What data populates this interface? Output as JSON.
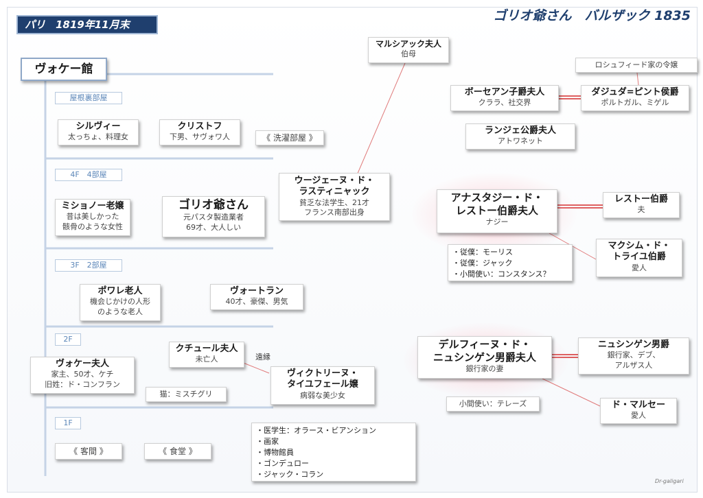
{
  "header": {
    "place_date": "パリ　1819年11月末",
    "work_title": "ゴリオ爺さん　バルザック 1835",
    "watermark": "Dr-galigari"
  },
  "colors": {
    "header_bg": "#1f3f6e",
    "floor_line": "#c5d3e6",
    "red_link": "#d42b2b",
    "glow": "#ff7a8c"
  },
  "house": {
    "name": "ヴォケー館"
  },
  "floors": {
    "attic": {
      "label": "屋根裏部屋"
    },
    "f4": {
      "label": "4F　4部屋"
    },
    "f3": {
      "label": "3F　2部屋"
    },
    "f2": {
      "label": "2F"
    },
    "f1": {
      "label": "1F"
    }
  },
  "people": {
    "sylvie": {
      "name": "シルヴィー",
      "desc": "太っちょ、料理女"
    },
    "christophe": {
      "name": "クリストフ",
      "desc": "下男、サヴォワ人"
    },
    "michonneau": {
      "name": "ミショノー老嬢",
      "desc1": "昔は美しかった",
      "desc2": "骸骨のような女性"
    },
    "goriot": {
      "name": "ゴリオ爺さん",
      "desc1": "元パスタ製造業者",
      "desc2": "69才、大人しい"
    },
    "poiret": {
      "name": "ポワレ老人",
      "desc1": "機会じかけの人形",
      "desc2": "のような老人"
    },
    "vautrin": {
      "name": "ヴォートラン",
      "desc": "40才、豪傑、男気"
    },
    "vauquer": {
      "name": "ヴォケー夫人",
      "desc1": "家主、50才、ケチ",
      "desc2": "旧姓：ド・コンフラン"
    },
    "couture": {
      "name": "クチュール夫人",
      "desc": "未亡人"
    },
    "victorine": {
      "name1": "ヴィクトリーヌ・",
      "name2": "タイユフェール嬢",
      "desc": "病弱な美少女"
    },
    "rastignac": {
      "name1": "ウージェーヌ・ド・",
      "name2": "ラスティニャック",
      "desc1": "貧乏な法学生、21才",
      "desc2": "フランス南部出身"
    },
    "marcillac": {
      "name": "マルシアック夫人",
      "desc": "伯母"
    },
    "beauseant": {
      "name": "ボーセアン子爵夫人",
      "desc": "クララ、社交界"
    },
    "ajuda": {
      "name": "ダジュダ=ピント侯爵",
      "desc": "ポルトガル、ミゲル"
    },
    "rochefide_daughter": {
      "name": "ロシュフィード家の令嬢"
    },
    "langeais": {
      "name": "ランジェ公爵夫人",
      "desc": "アトワネット"
    },
    "anastasie": {
      "name1": "アナスタジー・ド・",
      "name2": "レストー伯爵夫人",
      "desc": "ナジー"
    },
    "restaud": {
      "name": "レストー伯爵",
      "desc": "夫"
    },
    "trailles": {
      "name1": "マクシム・ド・",
      "name2": "トライユ伯爵",
      "desc": "愛人"
    },
    "delphine": {
      "name1": "デルフィーヌ・ド・",
      "name2": "ニュシンゲン男爵夫人",
      "desc": "銀行家の妻"
    },
    "nucingen": {
      "name": "ニュシンゲン男爵",
      "desc1": "銀行家、デブ、",
      "desc2": "アルザス人"
    },
    "marsay": {
      "name": "ド・マルセー",
      "desc": "愛人"
    }
  },
  "notes": {
    "laundry": "《 洗濯部屋 》",
    "cat": "猫：ミスチグリ",
    "distant": "遠縁",
    "parlor": "《 客間 》",
    "dining": "《 食堂 》",
    "delphine_maid": "小間使い：テレーズ"
  },
  "servants_anastasie": [
    "・従僕：モーリス",
    "・従僕：ジャック",
    "・小間使い：コンスタンス？"
  ],
  "boarders": [
    "・医学生：オラース・ビアンション",
    "・画家",
    "・博物館員",
    "・ゴンデュロー",
    "・ジャック・コラン"
  ]
}
